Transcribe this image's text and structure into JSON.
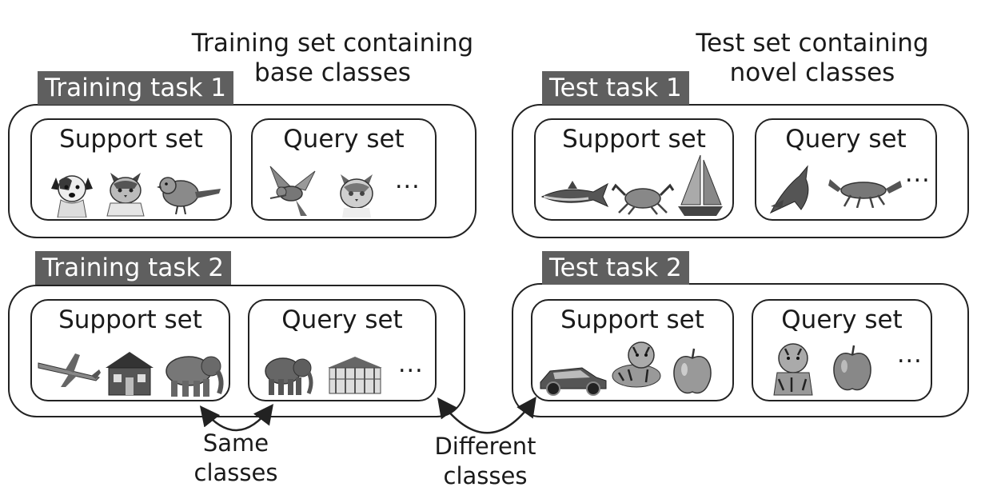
{
  "headings": {
    "training": [
      "Training set containing",
      "base classes"
    ],
    "test": [
      "Test set containing",
      "novel classes"
    ]
  },
  "tasks": {
    "training_1": "Training task 1",
    "training_2": "Training task 2",
    "test_1": "Test task 1",
    "test_2": "Test task 2"
  },
  "sets": {
    "support": "Support set",
    "query": "Query set",
    "ellipsis": "..."
  },
  "images": {
    "training_1_support": [
      "dog-icon",
      "cat-icon",
      "bird-icon"
    ],
    "training_1_query": [
      "bird-flying-icon",
      "cat-icon"
    ],
    "training_2_support": [
      "airplane-icon",
      "house-icon",
      "elephant-icon"
    ],
    "training_2_query": [
      "elephant-icon",
      "house-icon"
    ],
    "test_1_support": [
      "shark-icon",
      "crab-icon",
      "sailboat-icon"
    ],
    "test_1_query": [
      "shark-icon",
      "lobster-icon"
    ],
    "test_2_support": [
      "car-icon",
      "tiger-icon",
      "apple-icon"
    ],
    "test_2_query": [
      "tiger-icon",
      "apple-icon"
    ]
  },
  "annotations": {
    "same": [
      "Same",
      "classes"
    ],
    "different": [
      "Different",
      "classes"
    ]
  }
}
